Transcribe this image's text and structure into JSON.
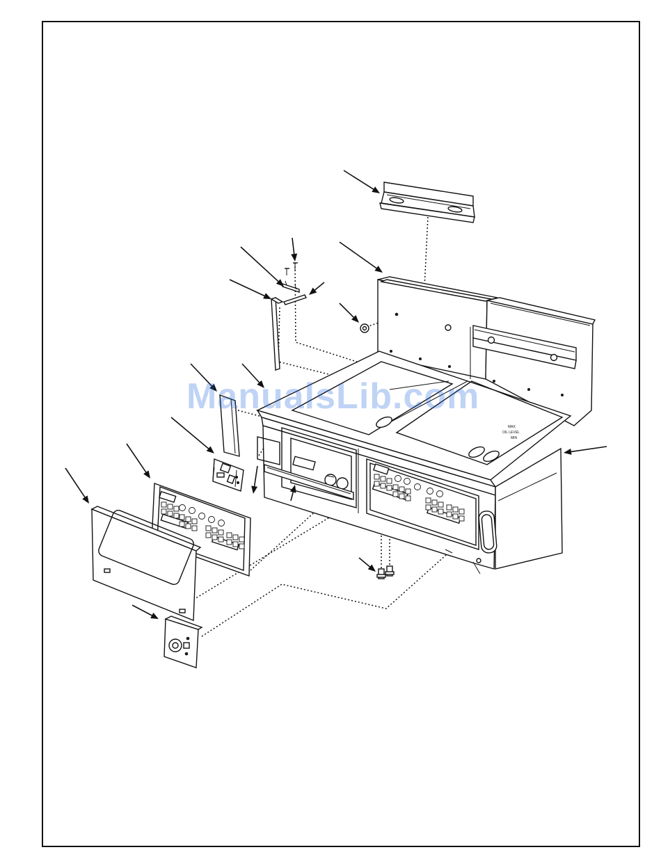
{
  "watermark": {
    "text": "ManualsLib.com",
    "color": "#1e64dc"
  },
  "fryer_label": {
    "max": "MAX",
    "oil_level": "OIL LEVEL",
    "min": "MIN"
  },
  "icons": {
    "callout": "arrow-icon",
    "screw": "screw-icon",
    "grommet": "grommet-icon"
  }
}
